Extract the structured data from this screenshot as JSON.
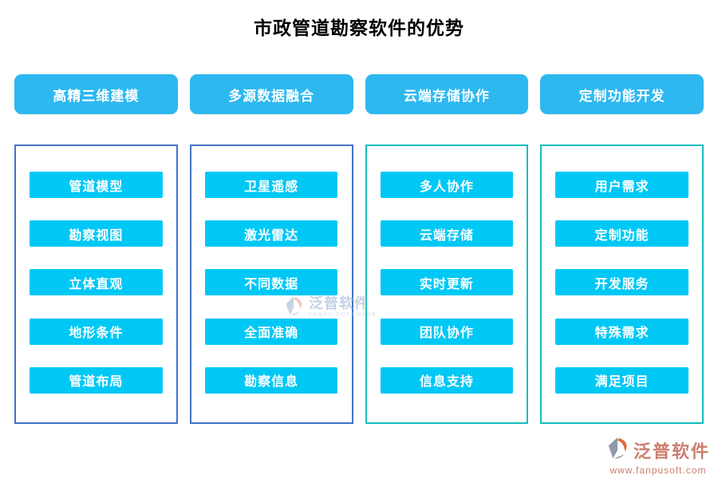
{
  "title": "市政管道勘察软件的优势",
  "columns": [
    {
      "header": "高精三维建模",
      "border": "blue",
      "items": [
        "管道模型",
        "勘察视图",
        "立体直观",
        "地形条件",
        "管道布局"
      ]
    },
    {
      "header": "多源数据融合",
      "border": "blue",
      "items": [
        "卫星遥感",
        "激光雷达",
        "不同数据",
        "全面准确",
        "勘察信息"
      ]
    },
    {
      "header": "云端存储协作",
      "border": "teal",
      "items": [
        "多人协作",
        "云端存储",
        "实时更新",
        "团队协作",
        "信息支持"
      ]
    },
    {
      "header": "定制功能开发",
      "border": "teal",
      "items": [
        "用户需求",
        "定制功能",
        "开发服务",
        "特殊需求",
        "满足项目"
      ]
    }
  ],
  "watermark_center": {
    "brand": "泛普软件",
    "subtitle": "FANPU SOFTWARE"
  },
  "footer_logo": {
    "brand": "泛普软件",
    "url": "www.fanpusoft.com"
  },
  "colors": {
    "header_button": "#2eb8f0",
    "item_button": "#00c8f5",
    "border_blue": "#4472c4",
    "border_teal": "#12bebe",
    "watermark_text": "#9db4d4",
    "footer_text": "#cb7e6e"
  }
}
